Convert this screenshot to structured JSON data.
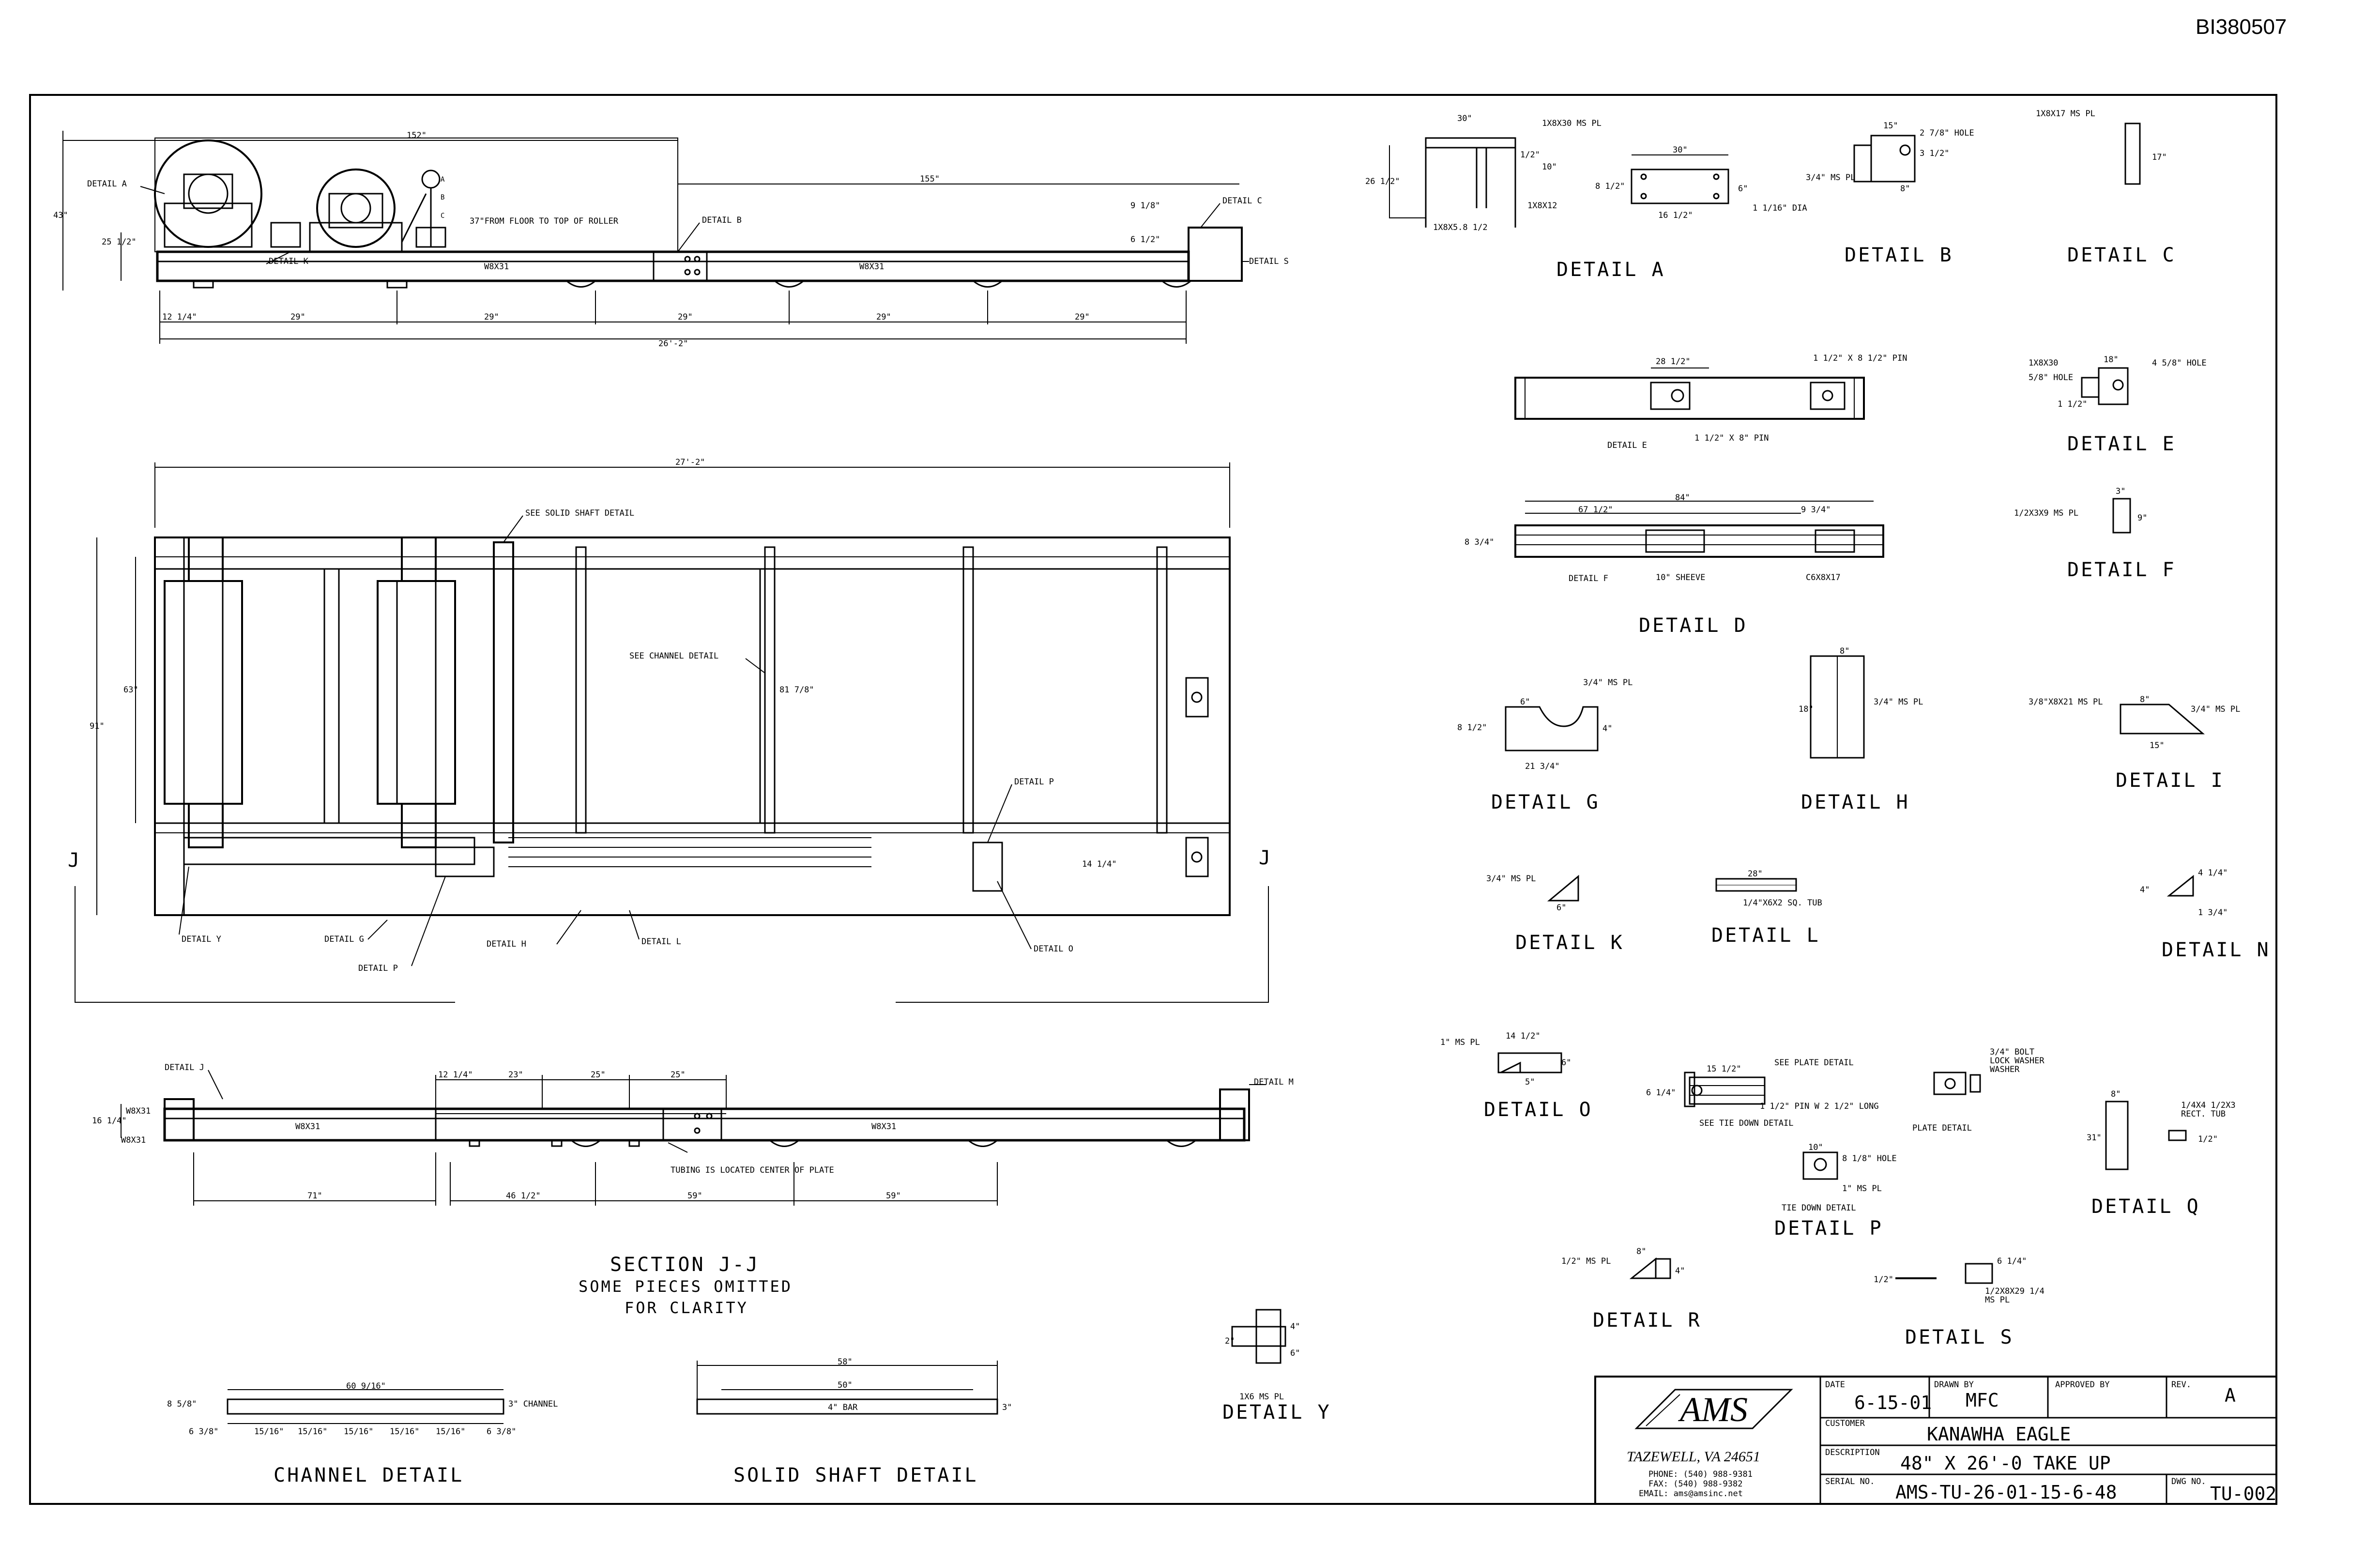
{
  "document_number": "BI380507",
  "elevation": {
    "dims": {
      "overall_top": "152\"",
      "right_top": "155\"",
      "height_left": "43\"",
      "height_inner": "25 1/2\"",
      "right_91": "9 1/8\"",
      "right_6": "6 1/2\"",
      "bottom_start": "12 1/4\"",
      "bottom_29a": "29\"",
      "bottom_29b": "29\"",
      "bottom_29c": "29\"",
      "bottom_29d": "29\"",
      "bottom_29e": "29\"",
      "overall_bottom": "26'-2\""
    },
    "callouts": {
      "detail_a": "DETAIL A",
      "detail_k": "DETAIL K",
      "detail_b": "DETAIL B",
      "detail_c": "DETAIL C",
      "detail_s": "DETAIL S",
      "floor_note": "37\"FROM FLOOR TO TOP OF ROLLER",
      "beam_1": "W8X31",
      "beam_2": "W8X31"
    },
    "tags": {
      "a": "A",
      "b": "B",
      "c": "C"
    }
  },
  "plan": {
    "dims": {
      "overall": "27'-2\"",
      "width_outer": "91\"",
      "width_inner": "63\"",
      "inner_81": "81 7/8\"",
      "right_14": "14 1/4\""
    },
    "callouts": {
      "solid_shaft": "SEE SOLID SHAFT DETAIL",
      "channel": "SEE CHANNEL DETAIL",
      "detail_p_top": "DETAIL P",
      "detail_y": "DETAIL Y",
      "detail_g": "DETAIL G",
      "detail_p": "DETAIL P",
      "detail_h": "DETAIL H",
      "detail_l": "DETAIL L",
      "detail_o": "DETAIL O"
    },
    "section_marks": {
      "left": "J",
      "right": "J"
    }
  },
  "section": {
    "callouts": {
      "detail_j": "DETAIL J",
      "detail_m": "DETAIL M",
      "w8x31_top": "W8X31",
      "w8x31_bot": "W8X31",
      "beam_left": "W8X31",
      "beam_right": "W8X31",
      "tubing_note": "TUBING IS LOCATED CENTER OF PLATE"
    },
    "dims": {
      "left_16": "16 1/4\"",
      "d12": "12 1/4\"",
      "d23": "23\"",
      "d25a": "25\"",
      "d25b": "25\"",
      "d71": "71\"",
      "d46": "46 1/2\"",
      "d59a": "59\"",
      "d59b": "59\""
    },
    "title": "SECTION J-J",
    "note1": "SOME PIECES OMITTED",
    "note2": "FOR CLARITY"
  },
  "channel_detail": {
    "label": "CHANNEL DETAIL",
    "dims": {
      "top": "60 9/16\"",
      "left": "8 5/8\"",
      "bottom_left": "6 3/8\"",
      "s1": "15/16\"",
      "s2": "15/16\"",
      "s3": "15/16\"",
      "s4": "15/16\"",
      "s5": "15/16\"",
      "bottom_right": "6 3/8\"",
      "right_note": "3\" CHANNEL"
    }
  },
  "solid_shaft": {
    "label": "SOLID SHAFT DETAIL",
    "dims": {
      "top": "58\"",
      "inner": "50\"",
      "bar": "4\" BAR",
      "right": "3\""
    }
  },
  "detail_y": {
    "label": "DETAIL Y",
    "note": "1X6 MS PL",
    "d1": "4\"",
    "d2": "2\"",
    "d3": "6\""
  },
  "details": {
    "a": {
      "label": "DETAIL A",
      "d1": "30\"",
      "d2": "26 1/2\"",
      "d3": "10\"",
      "d4": "1X8X30 MS PL",
      "d5": "1/2\"",
      "d6": "1X8X12",
      "d7": "1X8X5.8 1/2"
    },
    "a2": {
      "d1": "30\"",
      "d2": "8 1/2\"",
      "d3": "16 1/2\"",
      "d4": "1 1/16\" DIA",
      "d5": "6\""
    },
    "b": {
      "label": "DETAIL B",
      "d1": "15\"",
      "d2": "3/4\" MS PL",
      "d3": "2 7/8\" HOLE",
      "d4": "3 1/2\"",
      "d5": "8\""
    },
    "c": {
      "label": "DETAIL C",
      "d1": "1X8X17 MS PL",
      "d2": "17\""
    },
    "d": {
      "label": "DETAIL D",
      "d1": "84\"",
      "d2": "67 1/2\"",
      "d3": "9 3/4\"",
      "d4": "8 3/4\"",
      "d5": "DETAIL F",
      "d6": "10\" SHEEVE",
      "d7": "C6X8X17"
    },
    "dtop": {
      "d1": "28 1/2\"",
      "d2": "1 1/2\" X 8 1/2\" PIN",
      "d3": "1 1/2\" X 8\" PIN",
      "d4": "DETAIL E"
    },
    "e": {
      "label": "DETAIL E",
      "d1": "1X8X30",
      "d2": "5/8\" HOLE",
      "d3": "4 5/8\" HOLE",
      "d4": "1 1/2\"",
      "d5": "18\""
    },
    "f": {
      "label": "DETAIL F",
      "d1": "1/2X3X9 MS PL",
      "d2": "3\"",
      "d3": "9\""
    },
    "g": {
      "label": "DETAIL G",
      "d1": "3/4\" MS PL",
      "d2": "8 1/2\"",
      "d3": "21 3/4\"",
      "d4": "6\"",
      "d5": "4\""
    },
    "h": {
      "label": "DETAIL H",
      "d1": "3/4\" MS PL",
      "d2": "18\"",
      "d3": "8\""
    },
    "i": {
      "label": "DETAIL I",
      "d1": "3/8\"X8X21 MS PL",
      "d2": "3/4\" MS PL",
      "d3": "15\"",
      "d4": "8\""
    },
    "k": {
      "label": "DETAIL K",
      "d1": "3/4\" MS PL",
      "d2": "6\""
    },
    "l": {
      "label": "DETAIL L",
      "d1": "28\"",
      "d2": "1/4\"X6X2 SQ. TUB"
    },
    "n": {
      "label": "DETAIL N",
      "d1": "4 1/4\"",
      "d2": "1 3/4\"",
      "d3": "4\""
    },
    "o": {
      "label": "DETAIL O",
      "d1": "1\" MS PL",
      "d2": "14 1/2\"",
      "d3": "5\"",
      "d4": "6\""
    },
    "p": {
      "label": "DETAIL P",
      "d1": "15 1/2\"",
      "d2": "SEE PLATE DETAIL",
      "d3": "6 1/4\"",
      "d4": "SEE TIE DOWN DETAIL",
      "d5": "1 1/2\" PIN W 2 1/2\" LONG",
      "d6": "3/4\" BOLT",
      "d7": "LOCK WASHER",
      "d8": "WASHER",
      "d9": "PLATE DETAIL",
      "d10": "8 1/8\" HOLE",
      "d11": "1\" MS PL",
      "d12": "TIE DOWN DETAIL",
      "d13": "10\""
    },
    "q": {
      "label": "DETAIL Q",
      "d1": "1/4X4 1/2X3",
      "d2": "RECT. TUB",
      "d3": "31\"",
      "d4": "8\"",
      "d5": "1/2\""
    },
    "r": {
      "label": "DETAIL R",
      "d1": "1/2\" MS PL",
      "d2": "8\"",
      "d3": "4\""
    },
    "s": {
      "label": "DETAIL S",
      "d1": "6 1/4\"",
      "d2": "1/2X8X29 1/4",
      "d3": "MS PL",
      "d4": "1/2\""
    }
  },
  "title_block": {
    "company": "AMS",
    "city": "TAZEWELL, VA 24651",
    "phone": "PHONE: (540) 988-9381",
    "fax": "FAX: (540) 988-9382",
    "email": "EMAIL: ams@amsinc.net",
    "date_label": "DATE",
    "date": "6-15-01",
    "drawn_label": "DRAWN BY",
    "drawn": "MFC",
    "approved_label": "APPROVED BY",
    "approved": "",
    "rev_label": "REV.",
    "rev": "A",
    "customer_label": "CUSTOMER",
    "customer": "KANAWHA EAGLE",
    "description_label": "DESCRIPTION",
    "description": "48\" X 26'-0 TAKE UP",
    "serial_label": "SERIAL NO.",
    "serial": "AMS-TU-26-01-15-6-48",
    "dwg_label": "DWG NO.",
    "dwg": "TU-002"
  }
}
